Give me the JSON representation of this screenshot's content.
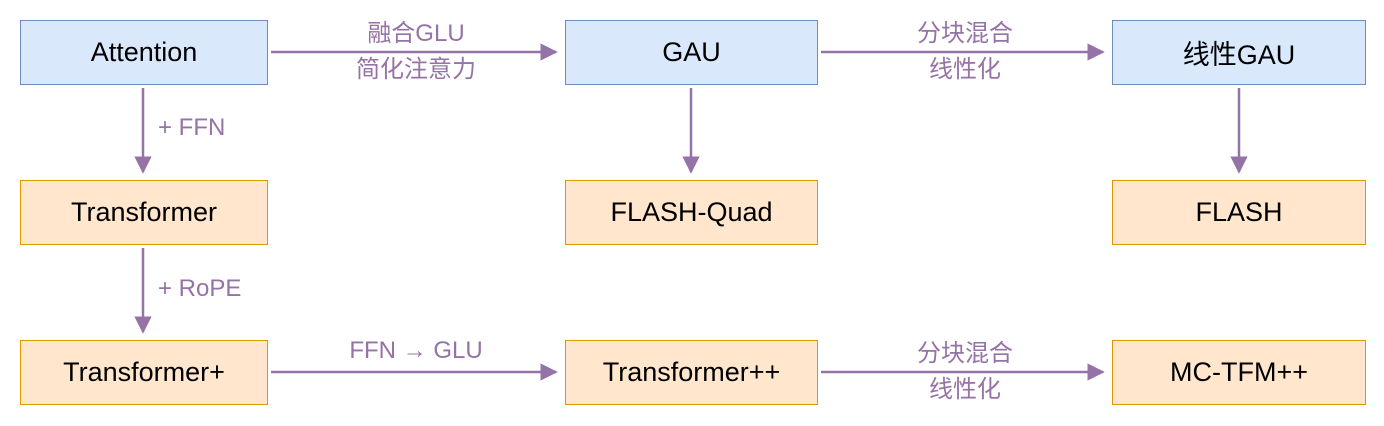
{
  "diagram_type": "flowchart",
  "colors": {
    "background": "#ffffff",
    "blue_fill": "#dae8fc",
    "blue_border": "#6c8ebf",
    "orange_fill": "#ffe6cc",
    "orange_border": "#d79b00",
    "arrow": "#9673a6",
    "label_text": "#9673a6",
    "node_text": "#000000"
  },
  "nodes": {
    "attention": {
      "label": "Attention",
      "style": "blue"
    },
    "gau": {
      "label": "GAU",
      "style": "blue"
    },
    "linear_gau": {
      "label": "线性GAU",
      "style": "blue"
    },
    "transformer": {
      "label": "Transformer",
      "style": "orange"
    },
    "flash_quad": {
      "label": "FLASH-Quad",
      "style": "orange"
    },
    "flash": {
      "label": "FLASH",
      "style": "orange"
    },
    "transformer_plus": {
      "label": "Transformer+",
      "style": "orange"
    },
    "transformer_pp": {
      "label": "Transformer++",
      "style": "orange"
    },
    "mc_tfm_pp": {
      "label": "MC-TFM++",
      "style": "orange"
    }
  },
  "edges": {
    "attention_to_gau": {
      "from": "attention",
      "to": "gau",
      "line1": "融合GLU",
      "line2": "简化注意力"
    },
    "gau_to_linear_gau": {
      "from": "gau",
      "to": "linear_gau",
      "line1": "分块混合",
      "line2": "线性化"
    },
    "attention_to_transformer": {
      "from": "attention",
      "to": "transformer",
      "label": "+ FFN"
    },
    "gau_to_flash_quad": {
      "from": "gau",
      "to": "flash_quad",
      "label": ""
    },
    "linear_gau_to_flash": {
      "from": "linear_gau",
      "to": "flash",
      "label": ""
    },
    "transformer_to_plus": {
      "from": "transformer",
      "to": "transformer_plus",
      "label": "+ RoPE"
    },
    "plus_to_pp": {
      "from": "transformer_plus",
      "to": "transformer_pp",
      "label": "FFN → GLU"
    },
    "pp_to_mc_tfm": {
      "from": "transformer_pp",
      "to": "mc_tfm_pp",
      "line1": "分块混合",
      "line2": "线性化"
    }
  }
}
